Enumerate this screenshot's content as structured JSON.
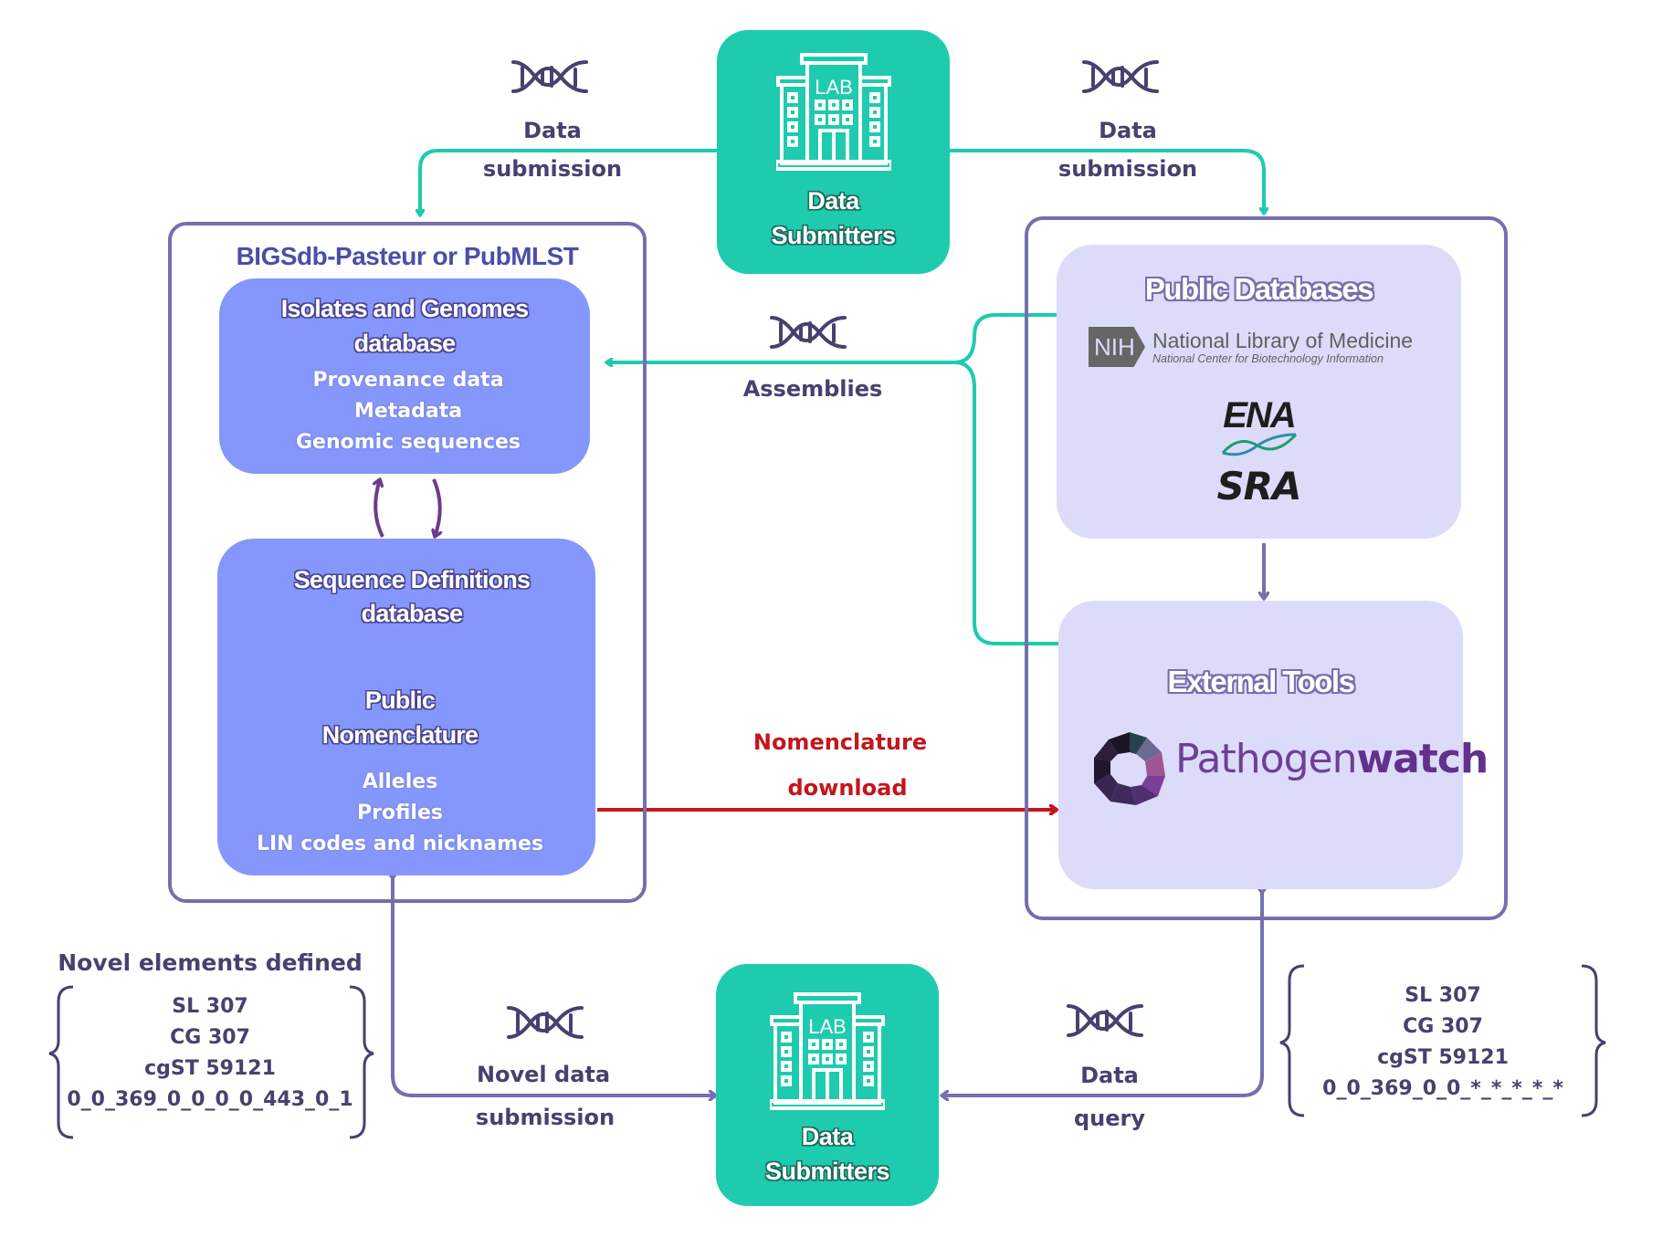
{
  "top_submitters": {
    "title_line1": "Data",
    "title_line2": "Submitters",
    "icon": "lab-building-icon",
    "icon_text": "LAB"
  },
  "bottom_submitters": {
    "title_line1": "Data",
    "title_line2": "Submitters",
    "icon": "lab-building-icon",
    "icon_text": "LAB"
  },
  "flows": {
    "left_submission": {
      "line1": "Data",
      "line2": "submission",
      "icon": "dna-icon"
    },
    "right_submission": {
      "line1": "Data",
      "line2": "submission",
      "icon": "dna-icon"
    },
    "assemblies": {
      "label": "Assemblies",
      "icon": "dna-icon"
    },
    "nomenclature": {
      "line1": "Nomenclature",
      "line2": "download"
    },
    "novel_submission": {
      "line1": "Novel data",
      "line2": "submission",
      "icon": "dna-icon"
    },
    "data_query": {
      "line1": "Data",
      "line2": "query",
      "icon": "dna-icon"
    }
  },
  "bigsdb": {
    "title": "BIGSdb-Pasteur or PubMLST",
    "isolates": {
      "title_line1": "Isolates and Genomes",
      "title_line2": "database",
      "items": [
        "Provenance data",
        "Metadata",
        "Genomic sequences"
      ]
    },
    "seqdef": {
      "title_line1": "Sequence Definitions",
      "title_line2": "database",
      "sub_line1": "Public",
      "sub_line2": "Nomenclature",
      "items": [
        "Alleles",
        "Profiles",
        "LIN codes and nicknames"
      ]
    }
  },
  "external": {
    "public_db": {
      "title": "Public Databases",
      "nih_badge": "NIH",
      "nih_line1": "National Library of Medicine",
      "nih_line2": "National Center for Biotechnology Information",
      "ena": "ENA",
      "sra": "SRA"
    },
    "tools": {
      "title": "External Tools",
      "pw_light": "Pathogen",
      "pw_bold": "watch"
    }
  },
  "novel_elements": {
    "title": "Novel elements defined",
    "items": [
      "SL 307",
      "CG 307",
      "cgST 59121",
      "0_0_369_0_0_0_0_443_0_1"
    ]
  },
  "query_result": {
    "items": [
      "SL 307",
      "CG 307",
      "cgST 59121",
      "0_0_369_0_0_*_*_*_*_*"
    ]
  },
  "colors": {
    "teal": "#1ecbae",
    "container_border": "#7470ad",
    "db_box": "#8597fc",
    "ext_box": "#dcdcfa",
    "text_dark": "#45426f",
    "nomenclature_red": "#c4161c",
    "inner_arrow": "#6d3a8c"
  }
}
